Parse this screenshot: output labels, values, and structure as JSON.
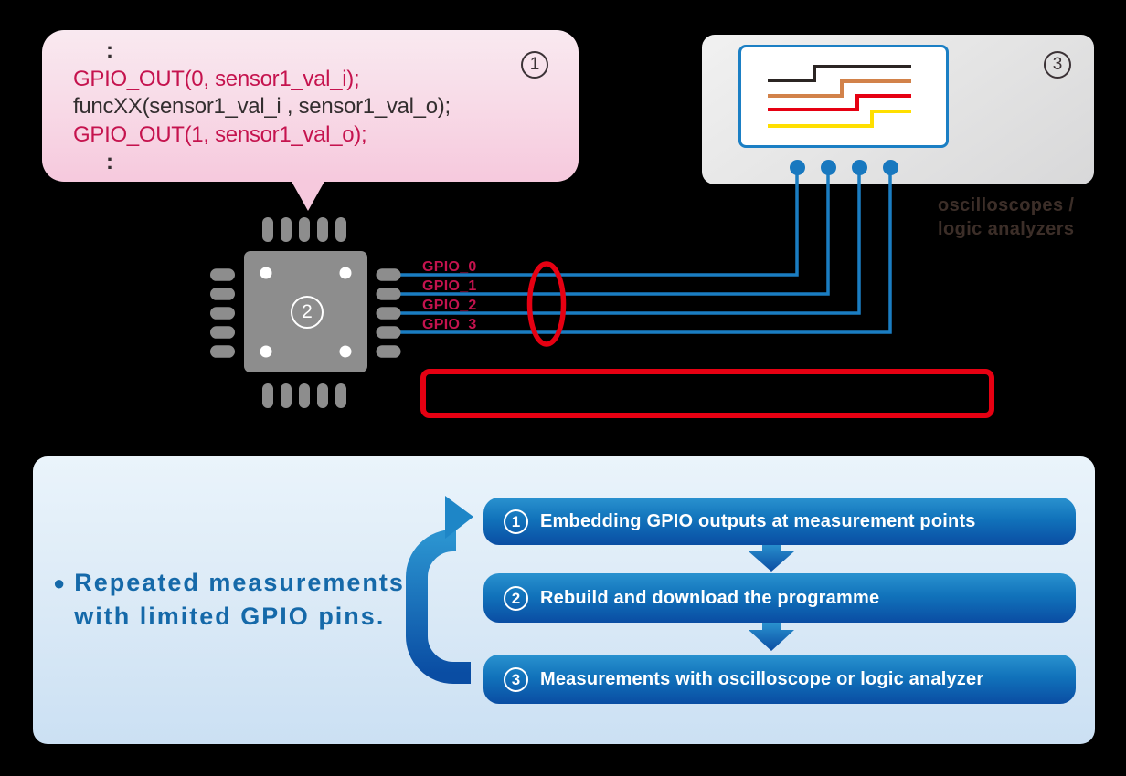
{
  "code_bubble": {
    "badge": "1",
    "dots_top": ":",
    "line_gpio0": "GPIO_OUT(0, sensor1_val_i);",
    "line_func": "funcXX(sensor1_val_i , sensor1_val_o);",
    "line_gpio1": "GPIO_OUT(1, sensor1_val_o);",
    "dots_bottom": ":"
  },
  "chip": {
    "badge": "2"
  },
  "scope": {
    "badge": "3",
    "caption_line1": "oscilloscopes /",
    "caption_line2": "logic analyzers",
    "waveforms": [
      {
        "name": "trace-black",
        "color": "#2b2523",
        "points": [
          [
            29,
            36
          ],
          [
            80,
            36
          ],
          [
            80,
            21
          ],
          [
            186,
            21
          ]
        ]
      },
      {
        "name": "trace-orange",
        "color": "#d2824a",
        "points": [
          [
            29,
            53
          ],
          [
            110,
            53
          ],
          [
            110,
            37
          ],
          [
            186,
            37
          ]
        ]
      },
      {
        "name": "trace-red",
        "color": "#e60012",
        "points": [
          [
            29,
            68
          ],
          [
            127,
            68
          ],
          [
            127,
            53
          ],
          [
            186,
            53
          ]
        ]
      },
      {
        "name": "trace-yellow",
        "color": "#ffdf00",
        "points": [
          [
            29,
            86
          ],
          [
            143,
            86
          ],
          [
            143,
            70
          ],
          [
            186,
            70
          ]
        ]
      }
    ]
  },
  "gpio": {
    "labels": [
      "GPIO_0",
      "GPIO_1",
      "GPIO_2",
      "GPIO_3"
    ]
  },
  "panel": {
    "bullet": "●",
    "note_line1": "Repeated measurements",
    "note_line2": "with limited GPIO pins.",
    "steps": [
      {
        "num": "1",
        "label": "Embedding GPIO outputs at measurement points"
      },
      {
        "num": "2",
        "label": "Rebuild and download the programme"
      },
      {
        "num": "3",
        "label": "Measurements with oscilloscope or logic analyzer"
      }
    ]
  },
  "colors": {
    "wire_blue": "#1a7dc2",
    "screen_border_blue": "#1b7fc4",
    "code_red": "#c5134e",
    "highlight_red": "#e60012",
    "note_blue": "#1569a9",
    "bar_blue_top": "#2a92cf",
    "bar_blue_bottom": "#0a4da3",
    "chip_gray": "#8d8d8d",
    "caption_brown": "#3c2e28",
    "bubble_pink": "#f6c9dd"
  }
}
